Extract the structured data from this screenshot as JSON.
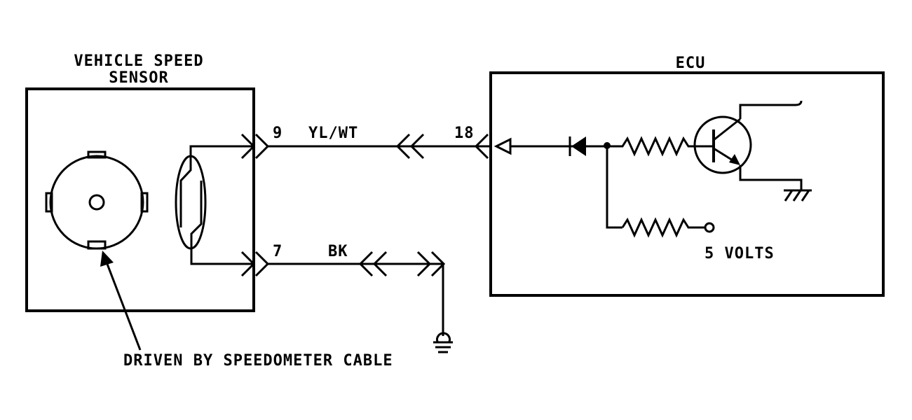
{
  "sensor": {
    "title_line1": "VEHICLE SPEED",
    "title_line2": "SENSOR",
    "annotation": "DRIVEN BY SPEEDOMETER CABLE"
  },
  "ecu": {
    "title": "ECU",
    "supply_label": "5 VOLTS"
  },
  "wires": {
    "signal": {
      "pin_sensor": "9",
      "color": "YL/WT",
      "pin_ecu": "18"
    },
    "ground": {
      "pin_sensor": "7",
      "color": "BK"
    }
  }
}
